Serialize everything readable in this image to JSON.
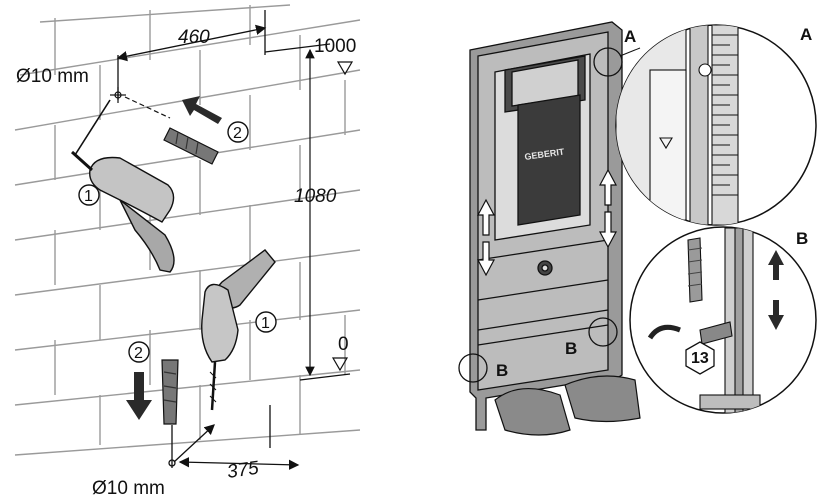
{
  "left_panel": {
    "dim_horizontal_top": "460",
    "dim_horizontal_bottom": "375",
    "dim_vertical": "1080",
    "level_top": "1000",
    "level_bottom": "0",
    "hole_top": "Ø10 mm",
    "hole_bottom": "Ø10 mm",
    "step_drill_top": "1",
    "step_plug_top": "2",
    "step_drill_bottom": "1",
    "step_plug_bottom": "2"
  },
  "right_panel": {
    "brand_logo": "GEBERIT",
    "callout_frame_a": "A",
    "callout_frame_b_left": "B",
    "callout_frame_b_right": "B",
    "detail_a_label": "A",
    "detail_b_label": "B",
    "wrench_size": "13"
  },
  "colors": {
    "line": "#111111",
    "frame_gray": "#8a8a8a",
    "panel_gray": "#b5b5b5",
    "dark_panel": "#3a3a3a",
    "tile": "#9a9a9a"
  },
  "icons": [
    "drill-icon",
    "wall-plug-icon",
    "arrow-icon",
    "level-marker-icon",
    "wrench-icon",
    "hex-nut-icon"
  ]
}
